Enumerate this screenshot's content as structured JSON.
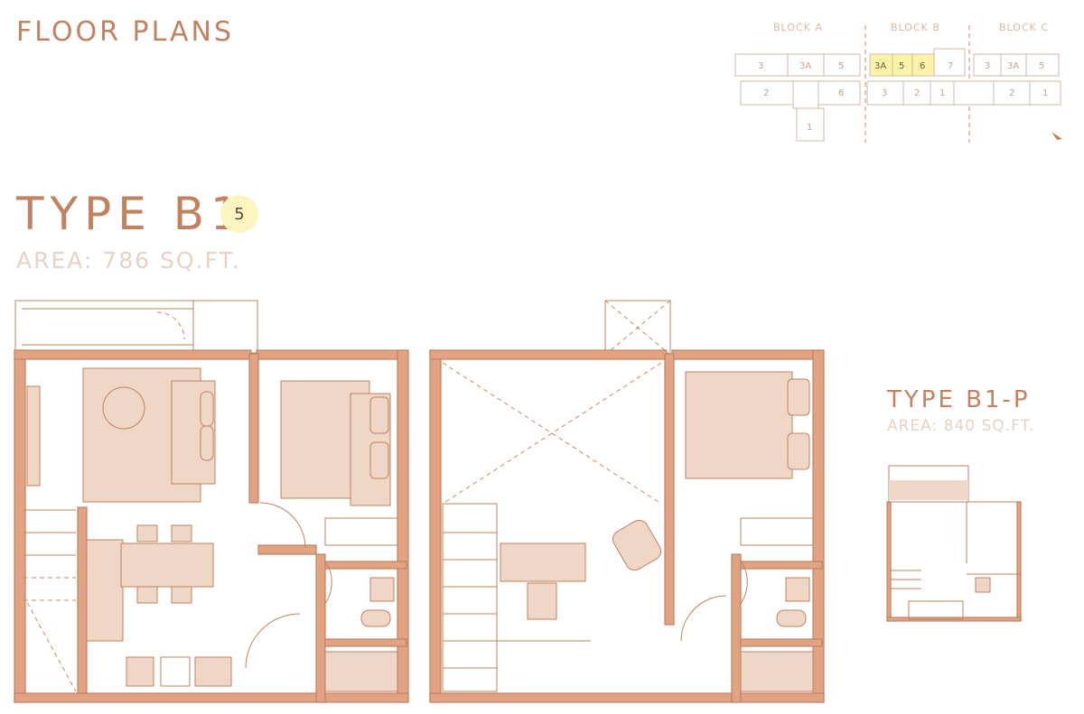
{
  "header": {
    "title": "FLOOR PLANS"
  },
  "unit": {
    "type_name": "TYPE B1",
    "badge": "5",
    "area": "AREA: 786 SQ.FT."
  },
  "unit_alt": {
    "type_name": "TYPE B1-P",
    "area": "AREA: 840 SQ.FT."
  },
  "key_plan": {
    "blocks": [
      "BLOCK A",
      "BLOCK B",
      "BLOCK C"
    ],
    "top_row": [
      "3",
      "3A",
      "5",
      "3A",
      "5",
      "6",
      "7",
      "3",
      "3A",
      "5"
    ],
    "bottom_row": [
      "2",
      "6",
      "3",
      "2",
      "1",
      "2",
      "1"
    ],
    "lower_unit": "1",
    "highlighted": [
      "3A",
      "5",
      "6"
    ]
  },
  "colors": {
    "accent": "#c0825f",
    "wall_fill": "#e1a383",
    "furniture": "#efd6c6",
    "area_text": "#e6d2c6",
    "highlight": "#fbf3a6",
    "badge": "#fbf6c0"
  }
}
